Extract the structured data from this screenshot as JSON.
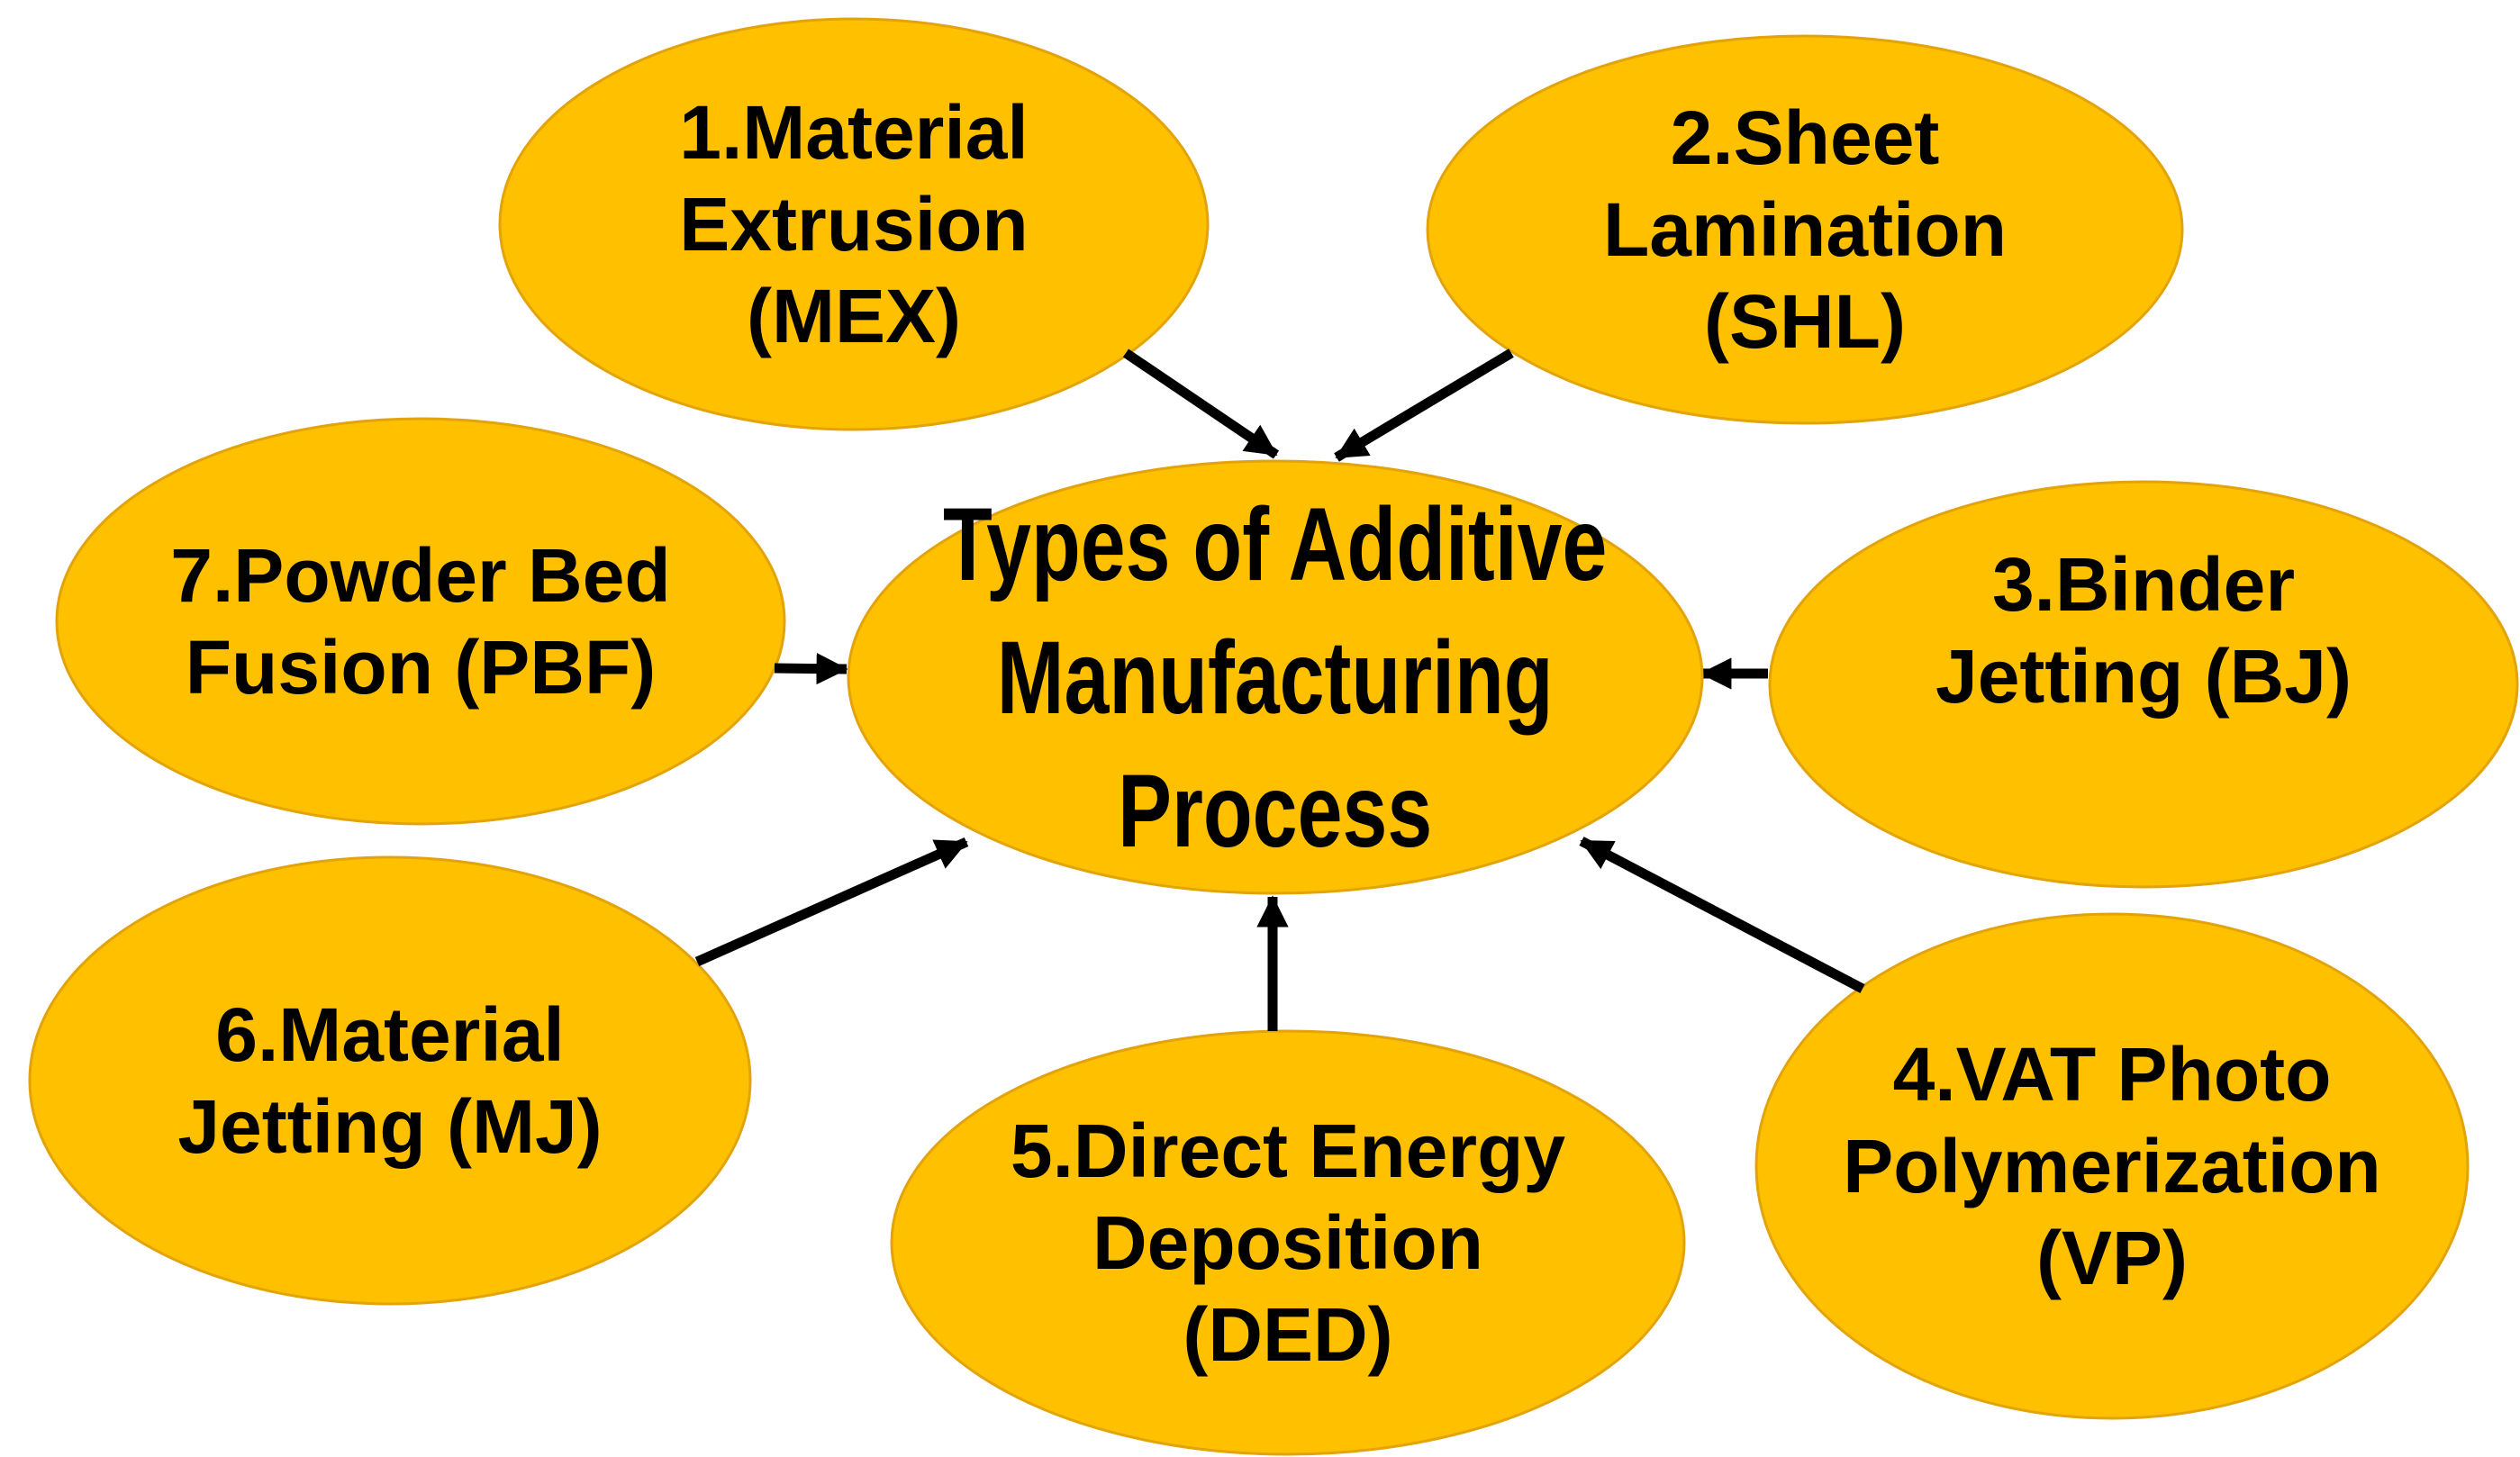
{
  "colors": {
    "background": "#FFFFFF",
    "node_fill": "#FFC000",
    "node_border": "#E2A30B",
    "arrow": "#000000",
    "text": "#000000"
  },
  "diagram": {
    "center": {
      "id": "center",
      "lines": [
        "Types of Additive",
        "Manufacturing",
        "Process"
      ]
    },
    "nodes": [
      {
        "id": "mex",
        "lines": [
          "1.Material",
          "Extrusion",
          "(MEX)"
        ]
      },
      {
        "id": "shl",
        "lines": [
          "2.Sheet",
          "Lamination",
          "(SHL)"
        ]
      },
      {
        "id": "bj",
        "lines": [
          "3.Binder",
          "Jetting (BJ)"
        ]
      },
      {
        "id": "vp",
        "lines": [
          "4.VAT Photo",
          "Polymerization",
          "(VP)"
        ]
      },
      {
        "id": "ded",
        "lines": [
          "5.Direct Energy",
          "Deposition",
          "(DED)"
        ]
      },
      {
        "id": "mj",
        "lines": [
          "6.Material",
          "Jetting (MJ)"
        ]
      },
      {
        "id": "pbf",
        "lines": [
          "7.Powder Bed",
          "Fusion (PBF)"
        ]
      }
    ],
    "edges": [
      {
        "from": "mex",
        "to": "center"
      },
      {
        "from": "shl",
        "to": "center"
      },
      {
        "from": "bj",
        "to": "center"
      },
      {
        "from": "vp",
        "to": "center"
      },
      {
        "from": "ded",
        "to": "center"
      },
      {
        "from": "mj",
        "to": "center"
      },
      {
        "from": "pbf",
        "to": "center"
      }
    ]
  }
}
